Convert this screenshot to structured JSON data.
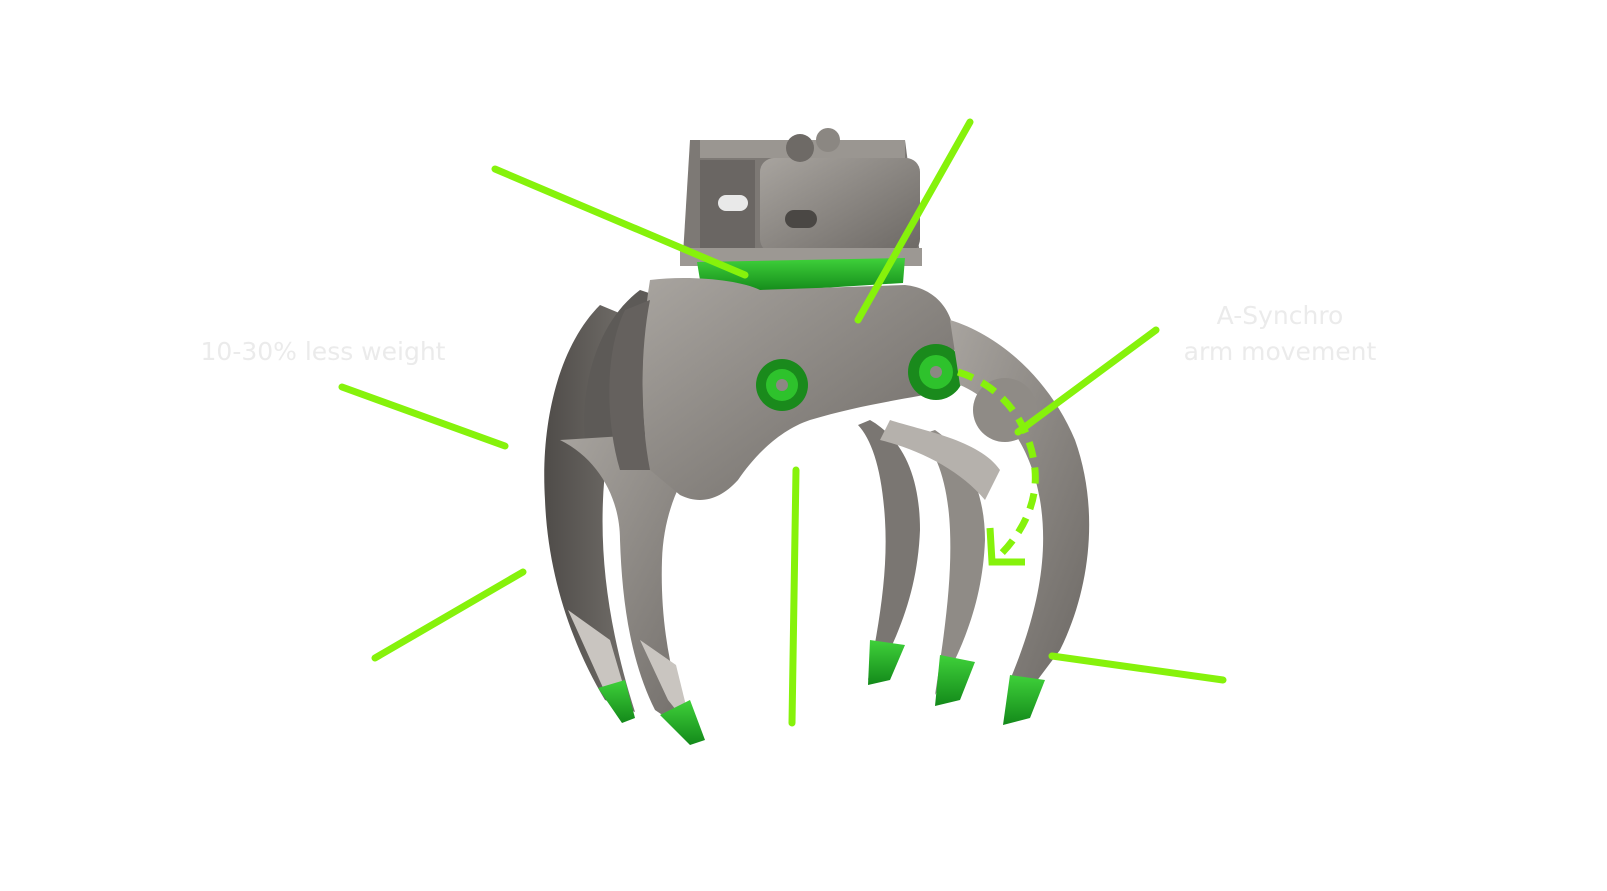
{
  "labels": {
    "weight": "10-30% less weight",
    "synchro_line1": "A-Synchro",
    "synchro_line2": "arm movement"
  },
  "colors": {
    "accent": "#86f20b",
    "steel": "#8a8681",
    "steel_dark": "#5e5b57",
    "steel_light": "#a6a29d",
    "green_part": "#1ea81e",
    "label_text": "#ebebeb"
  },
  "icons": [
    "grapple-illustration",
    "callout-line",
    "synchro-arrow-icon"
  ]
}
